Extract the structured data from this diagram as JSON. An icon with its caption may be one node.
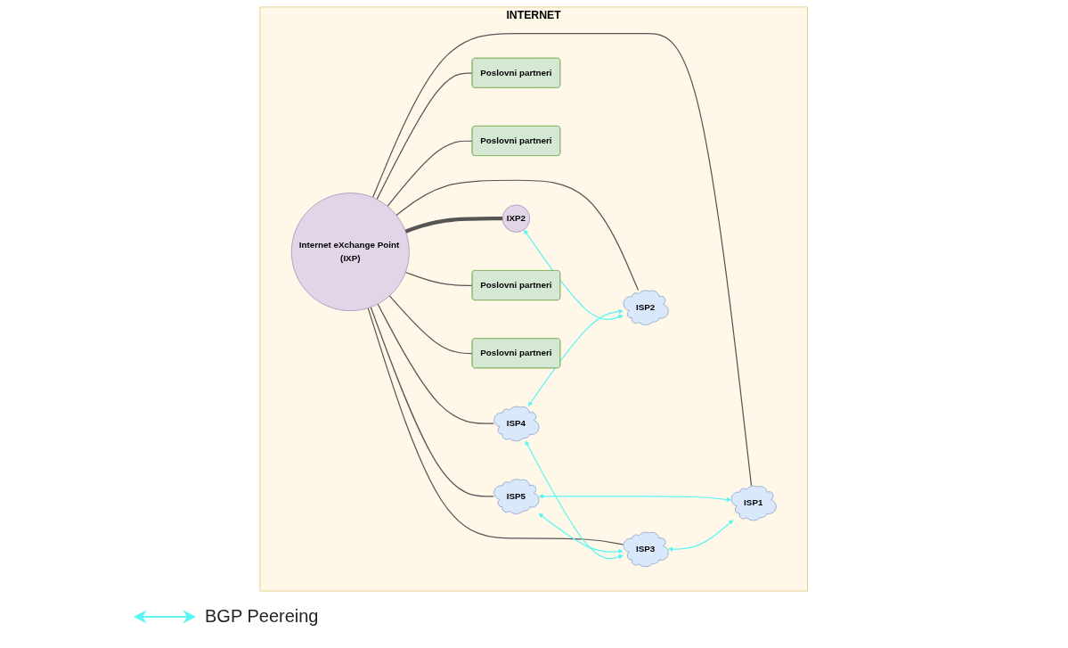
{
  "diagram": {
    "nodes": [
      {
        "text": [
          "INTERNET"
        ]
      },
      {
        "text": [
          "IXP2"
        ],
        "in": 0
      },
      {
        "text": [
          "Poslovni partneri"
        ],
        "in": 0
      },
      {
        "text": [
          "ISP3"
        ],
        "in": 0
      },
      {
        "text": [
          "ISP1"
        ],
        "in": 0
      },
      {
        "text": [
          "Poslovni partneri"
        ],
        "in": 0
      },
      {
        "text": [
          "Internet eXchange Point (IXP)"
        ],
        "in": 0
      },
      {
        "text": [
          "ISP4"
        ],
        "in": 0
      },
      {
        "text": [
          "ISP2"
        ],
        "in": 0
      },
      {
        "text": [
          "ISP5"
        ],
        "in": 0
      },
      {
        "text": [
          "Poslovni partneri"
        ],
        "in": 0
      },
      {
        "text": [
          "Poslovni partneri"
        ],
        "in": 0
      }
    ],
    "edges": [
      {
        "from": 6,
        "to": 1,
        "arrow": "none",
        "style": "thick"
      },
      {
        "from": 6,
        "to": 2,
        "arrow": "none"
      },
      {
        "from": 6,
        "to": 3,
        "arrow": "none"
      },
      {
        "from": 6,
        "to": 4,
        "arrow": "none"
      },
      {
        "from": 6,
        "to": 5,
        "arrow": "none"
      },
      {
        "from": 6,
        "to": 7,
        "arrow": "none"
      },
      {
        "from": 6,
        "to": 8,
        "arrow": "none"
      },
      {
        "from": 6,
        "to": 9,
        "arrow": "none"
      },
      {
        "from": 6,
        "to": 10,
        "arrow": "none"
      },
      {
        "from": 6,
        "to": 11,
        "arrow": "none"
      },
      {
        "from": 4,
        "to": 9,
        "arrow": "both",
        "color": "#5cf5f5"
      },
      {
        "from": 4,
        "to": 3,
        "arrow": "both",
        "color": "#5cf5f5"
      },
      {
        "from": 8,
        "to": 7,
        "arrow": "both",
        "color": "#5cf5f5"
      },
      {
        "from": 8,
        "to": 1,
        "arrow": "both",
        "color": "#5cf5f5"
      },
      {
        "from": 3,
        "to": 9,
        "arrow": "both",
        "color": "#5cf5f5"
      },
      {
        "from": 3,
        "to": 7,
        "arrow": "both",
        "color": "#5cf5f5"
      }
    ],
    "legend": [
      {
        "text": "BGP Peereing"
      }
    ]
  }
}
